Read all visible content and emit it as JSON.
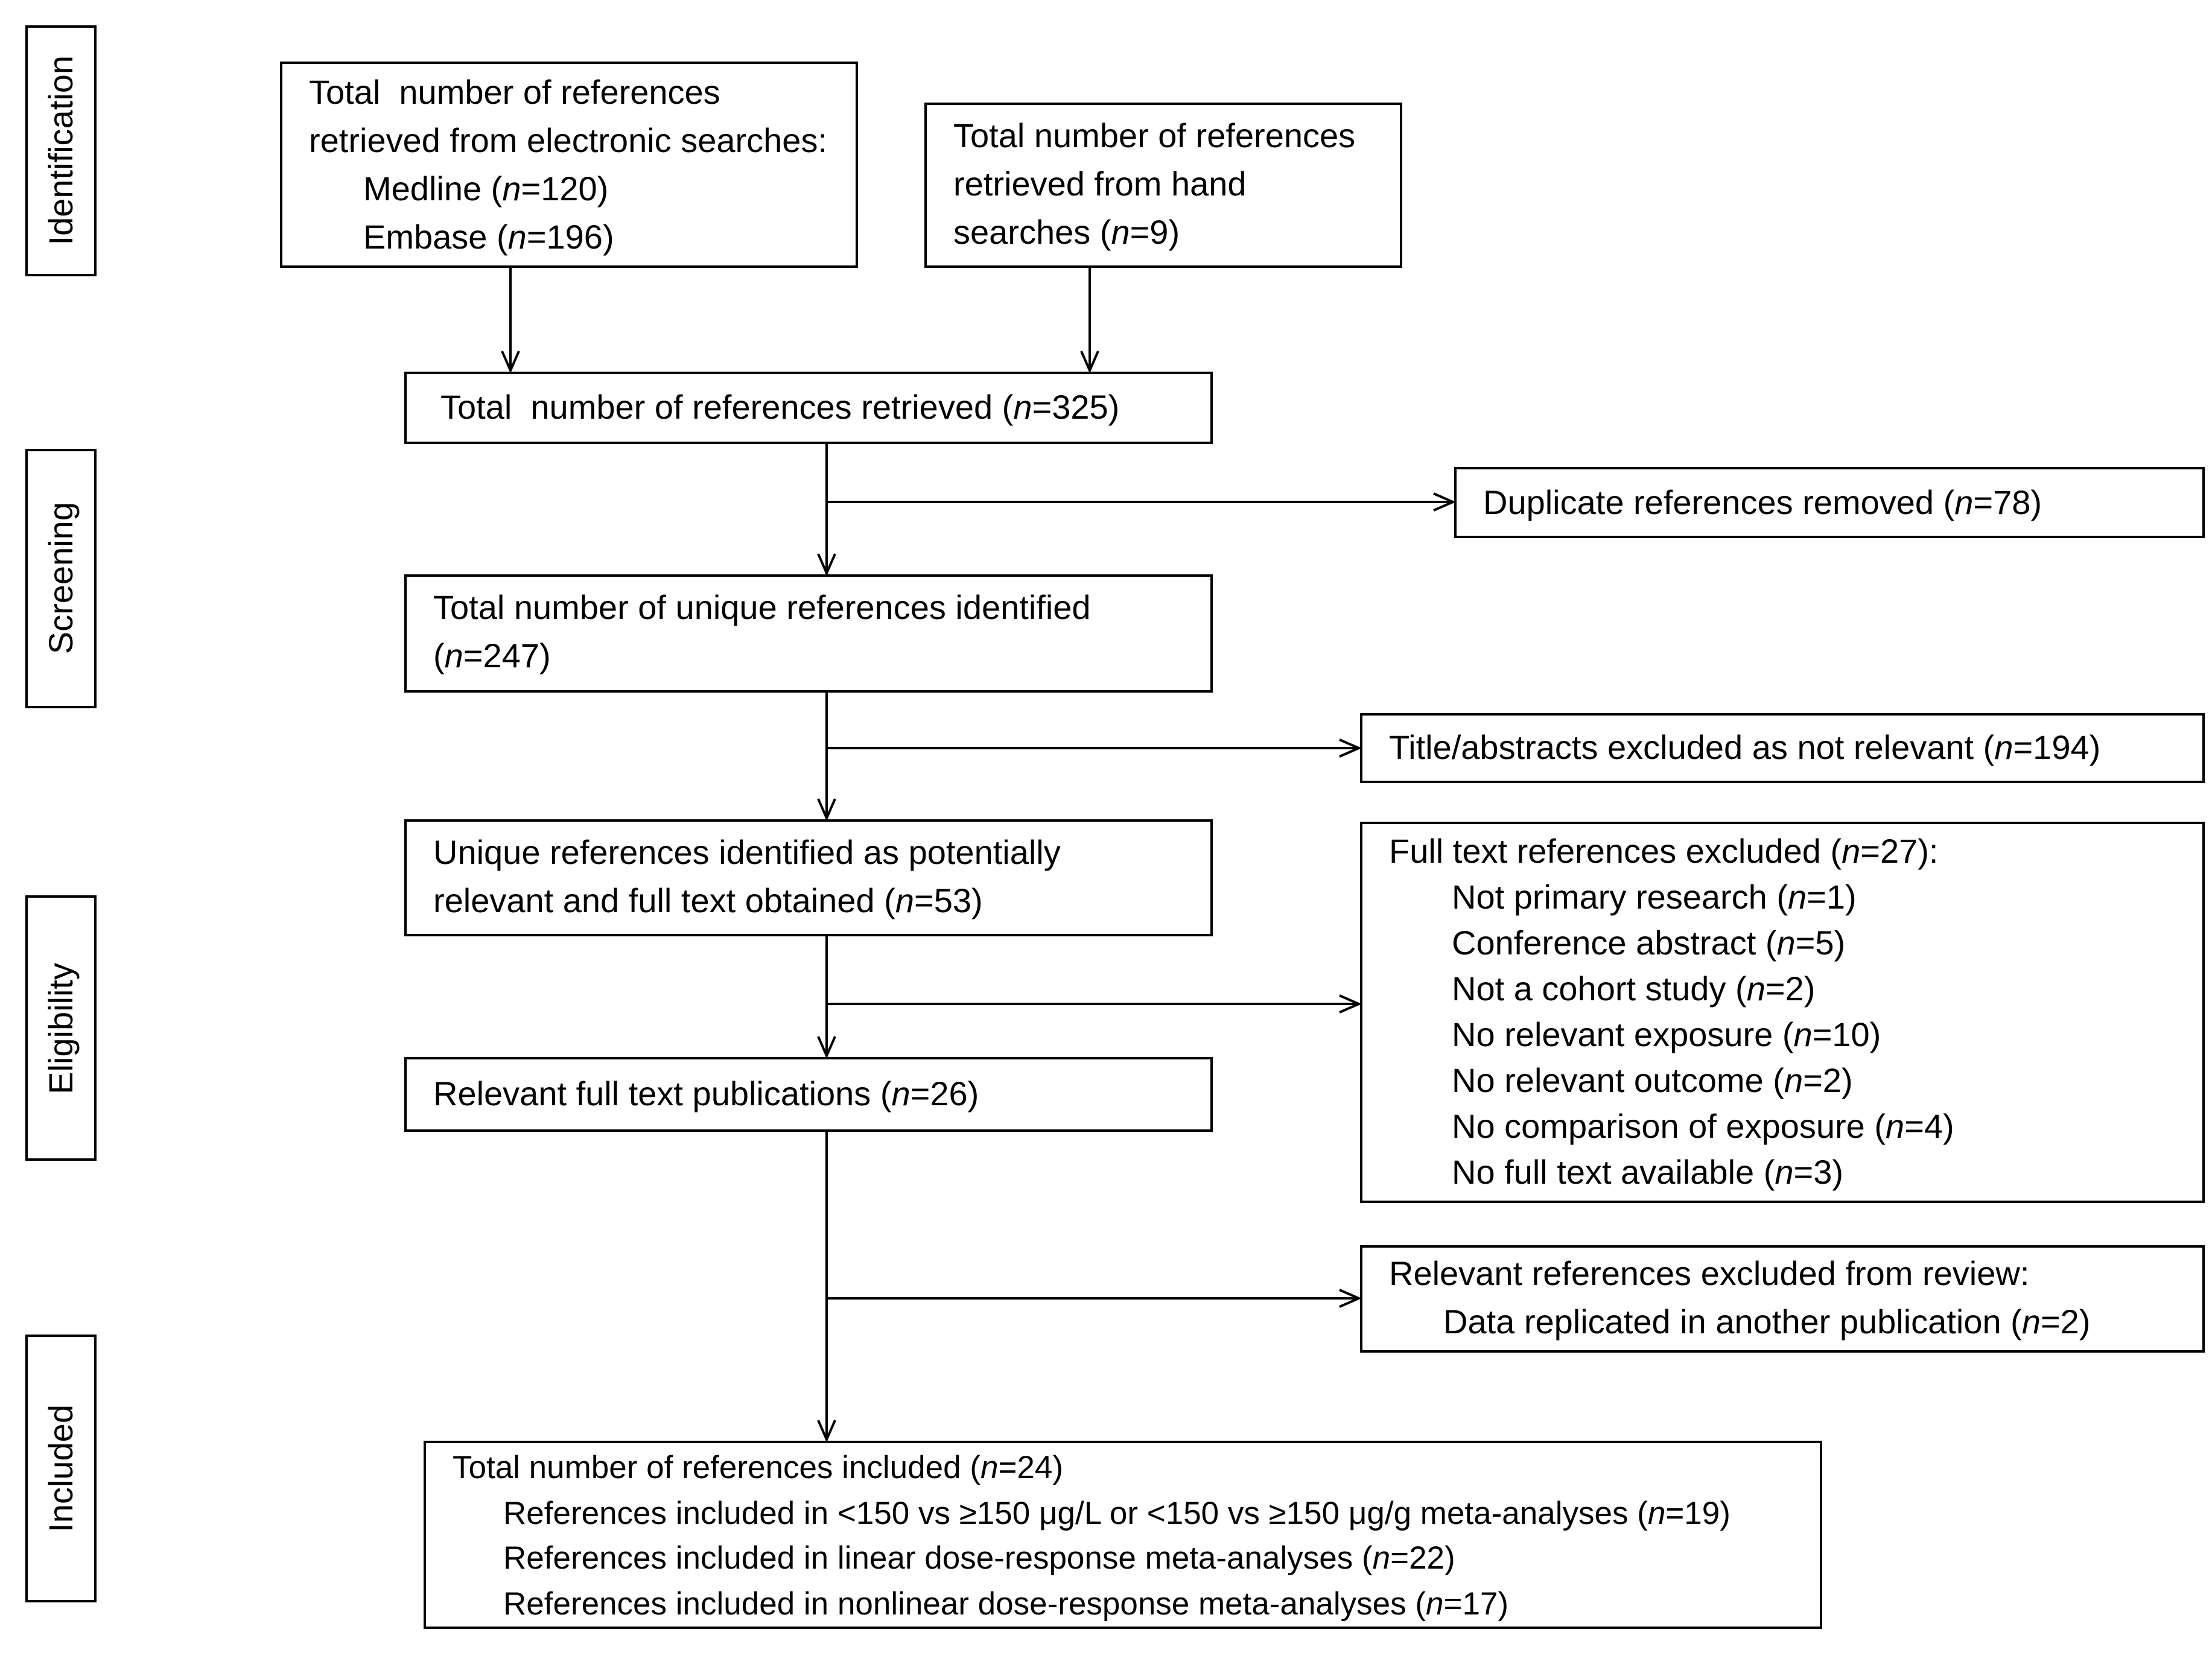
{
  "colors": {
    "ink": "#000000",
    "paper": "#ffffff"
  },
  "stages": {
    "identification": "Identification",
    "screening": "Screening",
    "eligibility": "Eligibility",
    "included": "Included"
  },
  "boxes": {
    "electronic_searches": {
      "lines": [
        "Total  number of references",
        "retrieved from electronic searches:"
      ],
      "items": [
        "Medline (n=120)",
        "Embase (n=196)"
      ]
    },
    "hand_searches": {
      "lines": [
        "Total number of references",
        "retrieved from hand",
        "searches (n=9)"
      ]
    },
    "total_retrieved": {
      "text": "Total  number of references retrieved (n=325)"
    },
    "duplicates_removed": {
      "text": "Duplicate references removed (n=78)"
    },
    "unique_identified": {
      "lines": [
        "Total number of unique references identified",
        "(n=247)"
      ]
    },
    "title_abstracts_excluded": {
      "text": "Title/abstracts excluded as not relevant (n=194)"
    },
    "potentially_relevant": {
      "lines": [
        "Unique references identified as potentially",
        "relevant and full text obtained (n=53)"
      ]
    },
    "fulltext_excluded": {
      "header": "Full text references excluded (n=27):",
      "items": [
        "Not primary research (n=1)",
        "Conference abstract (n=5)",
        "Not a cohort study (n=2)",
        "No relevant exposure (n=10)",
        "No relevant outcome (n=2)",
        "No comparison of exposure (n=4)",
        "No full text available (n=3)"
      ]
    },
    "relevant_fulltext": {
      "text": "Relevant full text publications (n=26)"
    },
    "excluded_from_review": {
      "header": "Relevant references excluded from review:",
      "items": [
        "Data replicated in another publication (n=2)"
      ]
    },
    "included": {
      "header": "Total number of references included (n=24)",
      "items": [
        "References included in <150 vs ≥150 μg/L or <150 vs ≥150 μg/g meta-analyses (n=19)",
        "References included in linear dose-response meta-analyses (n=22)",
        "References included in nonlinear dose-response meta-analyses (n=17)"
      ]
    }
  }
}
